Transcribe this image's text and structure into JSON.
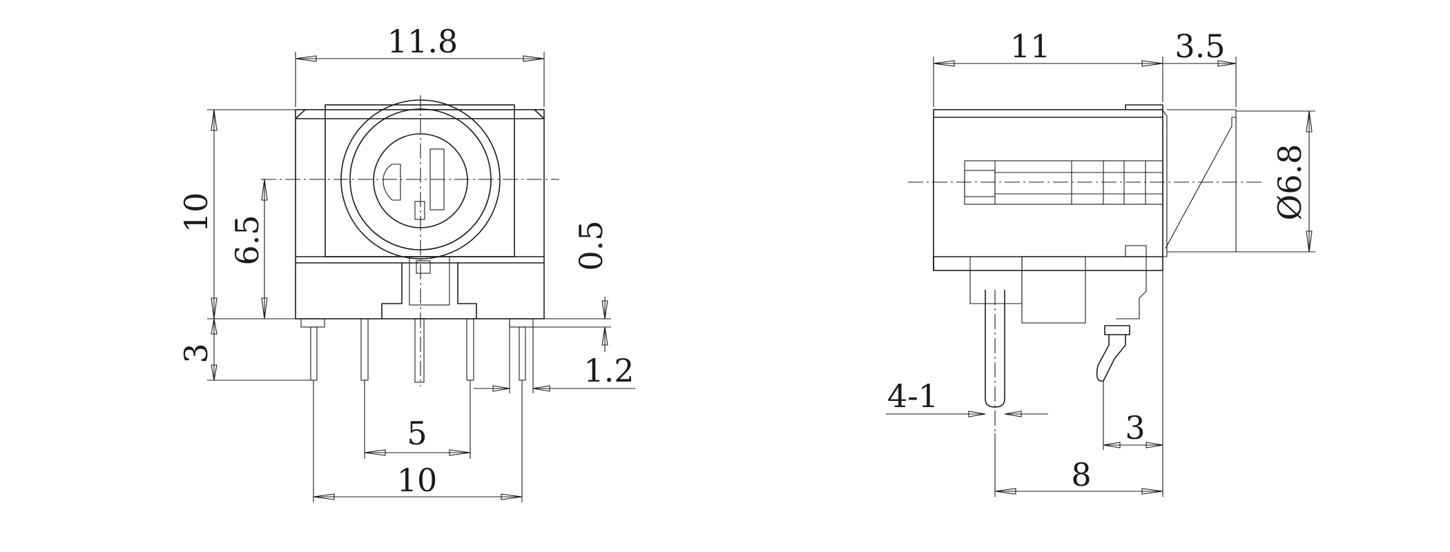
{
  "front_view": {
    "dims": {
      "overall_width": "11.8",
      "body_height": "10",
      "center_height": "6.5",
      "pin_length": "3",
      "standoff": "0.5",
      "pin_offset": "1.2",
      "inner_pin_spacing": "5",
      "outer_pin_spacing": "10"
    }
  },
  "side_view": {
    "dims": {
      "body_length": "11",
      "protrusion": "3.5",
      "diameter": "Ø6.8",
      "pin_width": "4-1",
      "pin_spacing_small": "3",
      "pin_spacing_large": "8"
    }
  }
}
